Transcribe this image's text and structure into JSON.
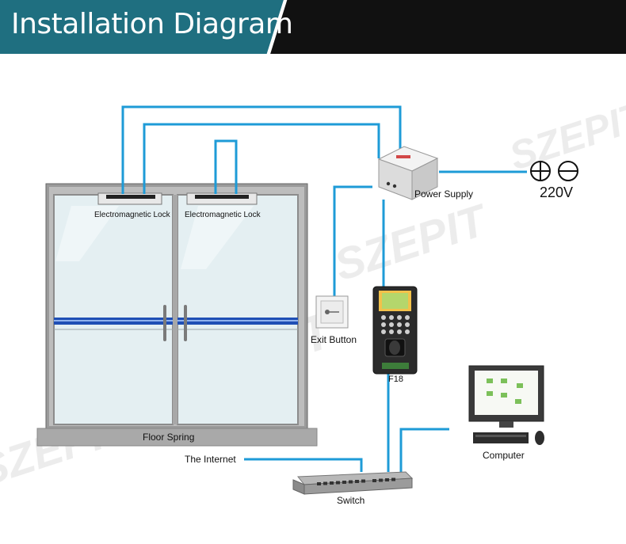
{
  "header": {
    "title": "Installation Diagram"
  },
  "labels": {
    "lock_left": "Electromagnetic Lock",
    "lock_right": "Electromagnetic Lock",
    "power_supply": "Power Supply",
    "voltage": "220V",
    "exit_button": "Exit Button",
    "device": "F18",
    "floor_spring": "Floor Spring",
    "internet": "The Internet",
    "switch": "Switch",
    "computer": "Computer"
  },
  "watermark": "SZEPIT",
  "colors": {
    "header_tab": "#1f6f80",
    "wire": "#1e9bd7",
    "header_bg": "#111111"
  }
}
